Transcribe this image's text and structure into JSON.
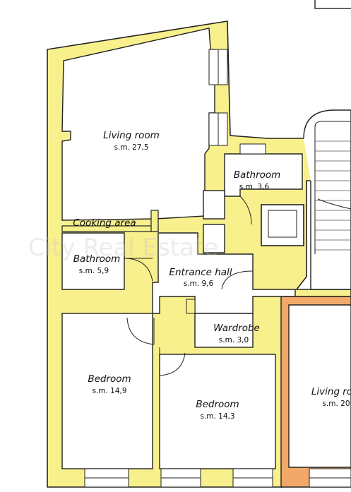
{
  "plan": {
    "wall_color": "#f7f08c",
    "neighbour_wall_color": "#f2a868",
    "rooms": [
      {
        "key": "living",
        "name": "Living room",
        "area": "s.m. 27,5"
      },
      {
        "key": "cooking",
        "name": "Cooking area",
        "area": ""
      },
      {
        "key": "bath_large",
        "name": "Bathroom",
        "area": "s.m. 5,9"
      },
      {
        "key": "bath_small",
        "name": "Bathroom",
        "area": "s.m. 3,6"
      },
      {
        "key": "hall",
        "name": "Entrance hall",
        "area": "s.m. 9,6"
      },
      {
        "key": "wardrobe",
        "name": "Wardrobe",
        "area": "s.m. 3,0"
      },
      {
        "key": "bed_left",
        "name": "Bedroom",
        "area": "s.m. 14,9"
      },
      {
        "key": "bed_right",
        "name": "Bedroom",
        "area": "s.m. 14,3"
      },
      {
        "key": "living_next",
        "name": "Living ro",
        "area": "s.m. 20"
      }
    ],
    "watermark": "City Real Estate"
  }
}
